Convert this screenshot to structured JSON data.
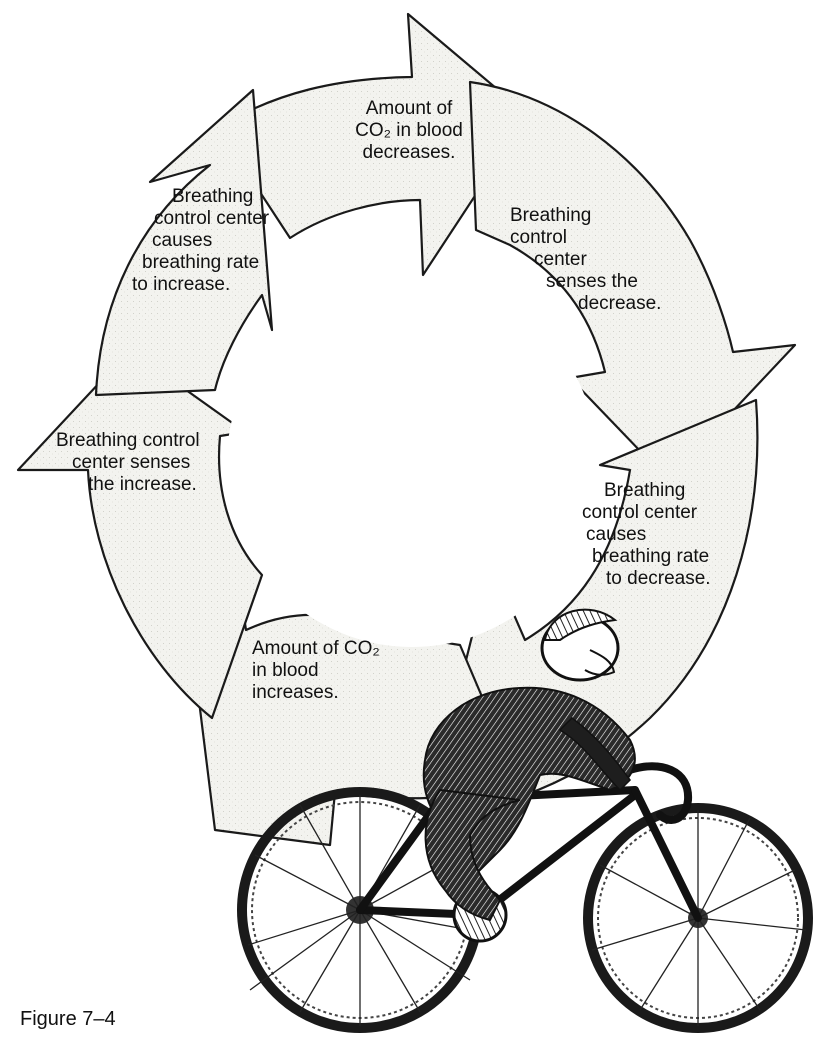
{
  "diagram": {
    "labels": [
      {
        "id": "top",
        "lines": [
          "Amount of",
          "CO₂ in blood",
          "decreases."
        ]
      },
      {
        "id": "upper-right",
        "lines": [
          "Breathing",
          "control",
          "center",
          "senses the",
          "decrease."
        ]
      },
      {
        "id": "lower-right",
        "lines": [
          "Breathing",
          "control center",
          "causes",
          "breathing rate",
          "to decrease."
        ]
      },
      {
        "id": "bottom",
        "lines": [
          "Amount of CO₂",
          "in blood",
          "increases."
        ]
      },
      {
        "id": "left",
        "lines": [
          "Breathing control",
          "center senses",
          "the increase."
        ]
      },
      {
        "id": "upper-left",
        "lines": [
          "Breathing",
          "control center",
          "causes",
          "breathing rate",
          "to increase."
        ]
      }
    ],
    "caption": "Figure 7–4"
  },
  "colors": {
    "arrow_fill": "#f2f2ee",
    "arrow_stroke": "#1a1a1a",
    "ink": "#111111"
  },
  "illustration": {
    "subject": "cyclist-on-bicycle"
  }
}
